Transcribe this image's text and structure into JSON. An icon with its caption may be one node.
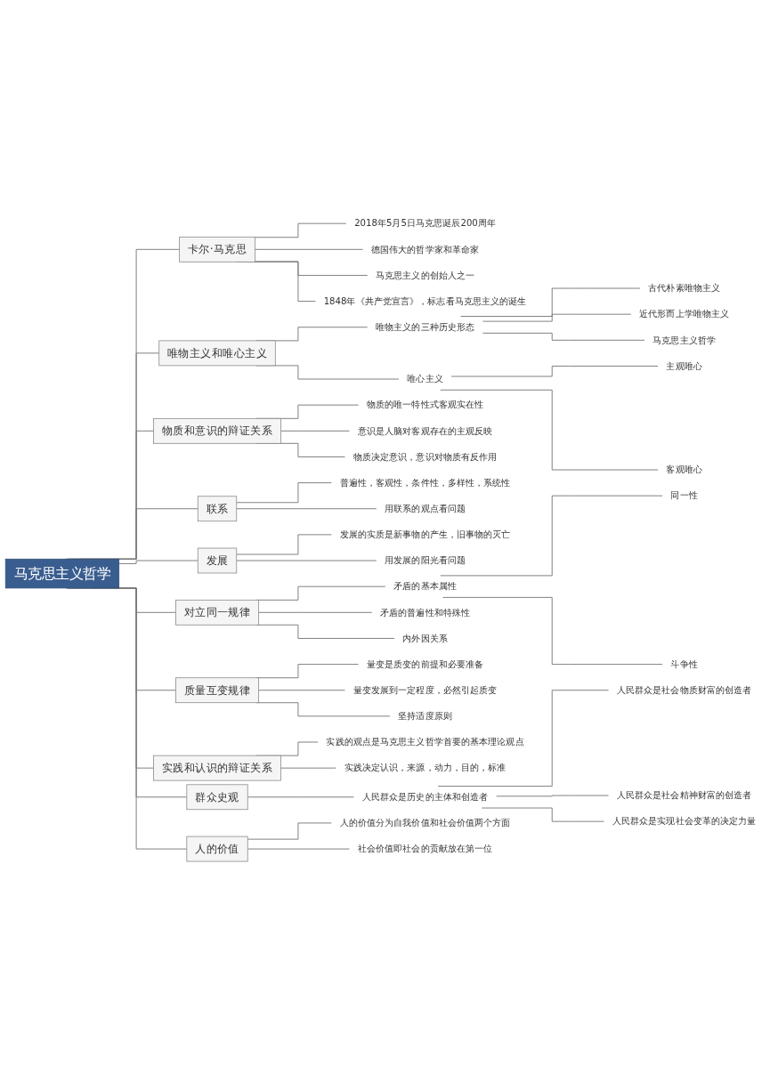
{
  "diagram": {
    "nodes": [
      {
        "text": [
          "马克思主义哲学"
        ]
      },
      {
        "text": [
          "卡尔·马克思"
        ]
      },
      {
        "text": [
          "2018年5月5日马克思诞辰200周年"
        ]
      },
      {
        "text": [
          "德国伟大的哲学家和革命家"
        ]
      },
      {
        "text": [
          "马克思主义的创始人之一"
        ]
      },
      {
        "text": [
          "1848年《共产党宣言》，标志看马克思主义的诞生"
        ]
      },
      {
        "text": [
          "唯物主义和唯心主义"
        ]
      },
      {
        "text": [
          "唯物主义的三种历史形态"
        ]
      },
      {
        "text": [
          "古代朴素唯物主义"
        ]
      },
      {
        "text": [
          "近代形而上学唯物主义"
        ]
      },
      {
        "text": [
          "马克思主义哲学"
        ]
      },
      {
        "text": [
          "唯心主义"
        ]
      },
      {
        "text": [
          "主观唯心"
        ]
      },
      {
        "text": [
          "客观唯心"
        ]
      },
      {
        "text": [
          "物质和意识的辩证关系"
        ]
      },
      {
        "text": [
          "物质的唯一特性式客观实在性"
        ]
      },
      {
        "text": [
          "意识是人脑对客观存在的主观反映"
        ]
      },
      {
        "text": [
          "物质决定意识，意识对物质有反作用"
        ]
      },
      {
        "text": [
          "联系"
        ]
      },
      {
        "text": [
          "普遍性，客观性，条件性，多样性，系统性"
        ]
      },
      {
        "text": [
          "用联系的观点看问题"
        ]
      },
      {
        "text": [
          "发展"
        ]
      },
      {
        "text": [
          "发展的实质是新事物的产生，旧事物的灭亡"
        ]
      },
      {
        "text": [
          "用发展的阳光看问题"
        ]
      },
      {
        "text": [
          "对立同一规律"
        ]
      },
      {
        "text": [
          "矛盾的基本属性"
        ]
      },
      {
        "text": [
          "同一性"
        ]
      },
      {
        "text": [
          "斗争性"
        ]
      },
      {
        "text": [
          "矛盾的普遍性和特殊性"
        ]
      },
      {
        "text": [
          "内外因关系"
        ]
      },
      {
        "text": [
          "质量互变规律"
        ]
      },
      {
        "text": [
          "量变是质变的前提和必要准备"
        ]
      },
      {
        "text": [
          "量变发展到一定程度，必然引起质变"
        ]
      },
      {
        "text": [
          "坚持适度原则"
        ]
      },
      {
        "text": [
          "实践和认识的辩证关系"
        ]
      },
      {
        "text": [
          "实践的观点是马克思主义哲学首要的基本理论观点"
        ]
      },
      {
        "text": [
          "实践决定认识，来源，动力，目的，标准"
        ]
      },
      {
        "text": [
          "群众史观"
        ]
      },
      {
        "text": [
          "人民群众是历史的主体和创造者"
        ]
      },
      {
        "text": [
          "人民群众是社会物质财富的创造者"
        ]
      },
      {
        "text": [
          "人民群众是社会精神财富的创造者"
        ]
      },
      {
        "text": [
          "人民群众是实现社会变革的决定力量"
        ]
      },
      {
        "text": [
          "人的价值"
        ]
      },
      {
        "text": [
          "人的价值分为自我价值和社会价值两个方面"
        ]
      },
      {
        "text": [
          "社会价值即社会的贡献放在第一位"
        ]
      }
    ],
    "edges": [
      {
        "from": 0,
        "to": 1,
        "arrow": "none"
      },
      {
        "from": 1,
        "to": 2,
        "arrow": "none"
      },
      {
        "from": 1,
        "to": 3,
        "arrow": "none"
      },
      {
        "from": 1,
        "to": 4,
        "arrow": "none"
      },
      {
        "from": 1,
        "to": 5,
        "arrow": "none"
      },
      {
        "from": 0,
        "to": 6,
        "arrow": "none"
      },
      {
        "from": 6,
        "to": 7,
        "arrow": "none"
      },
      {
        "from": 7,
        "to": 8,
        "arrow": "none"
      },
      {
        "from": 7,
        "to": 9,
        "arrow": "none"
      },
      {
        "from": 7,
        "to": 10,
        "arrow": "none"
      },
      {
        "from": 6,
        "to": 11,
        "arrow": "none"
      },
      {
        "from": 11,
        "to": 12,
        "arrow": "none"
      },
      {
        "from": 11,
        "to": 13,
        "arrow": "none"
      },
      {
        "from": 0,
        "to": 14,
        "arrow": "none"
      },
      {
        "from": 14,
        "to": 15,
        "arrow": "none"
      },
      {
        "from": 14,
        "to": 16,
        "arrow": "none"
      },
      {
        "from": 14,
        "to": 17,
        "arrow": "none"
      },
      {
        "from": 0,
        "to": 18,
        "arrow": "none"
      },
      {
        "from": 18,
        "to": 19,
        "arrow": "none"
      },
      {
        "from": 18,
        "to": 20,
        "arrow": "none"
      },
      {
        "from": 0,
        "to": 21,
        "arrow": "none"
      },
      {
        "from": 21,
        "to": 22,
        "arrow": "none"
      },
      {
        "from": 21,
        "to": 23,
        "arrow": "none"
      },
      {
        "from": 0,
        "to": 24,
        "arrow": "none"
      },
      {
        "from": 24,
        "to": 25,
        "arrow": "none"
      },
      {
        "from": 25,
        "to": 26,
        "arrow": "none"
      },
      {
        "from": 25,
        "to": 27,
        "arrow": "none"
      },
      {
        "from": 24,
        "to": 28,
        "arrow": "none"
      },
      {
        "from": 24,
        "to": 29,
        "arrow": "none"
      },
      {
        "from": 0,
        "to": 30,
        "arrow": "none"
      },
      {
        "from": 30,
        "to": 31,
        "arrow": "none"
      },
      {
        "from": 30,
        "to": 32,
        "arrow": "none"
      },
      {
        "from": 30,
        "to": 33,
        "arrow": "none"
      },
      {
        "from": 0,
        "to": 34,
        "arrow": "none"
      },
      {
        "from": 34,
        "to": 35,
        "arrow": "none"
      },
      {
        "from": 34,
        "to": 36,
        "arrow": "none"
      },
      {
        "from": 0,
        "to": 37,
        "arrow": "none"
      },
      {
        "from": 37,
        "to": 38,
        "arrow": "none"
      },
      {
        "from": 38,
        "to": 39,
        "arrow": "none"
      },
      {
        "from": 38,
        "to": 40,
        "arrow": "none"
      },
      {
        "from": 38,
        "to": 41,
        "arrow": "none"
      },
      {
        "from": 0,
        "to": 42,
        "arrow": "none"
      },
      {
        "from": 42,
        "to": 43,
        "arrow": "none"
      },
      {
        "from": 42,
        "to": 44,
        "arrow": "none"
      }
    ]
  }
}
